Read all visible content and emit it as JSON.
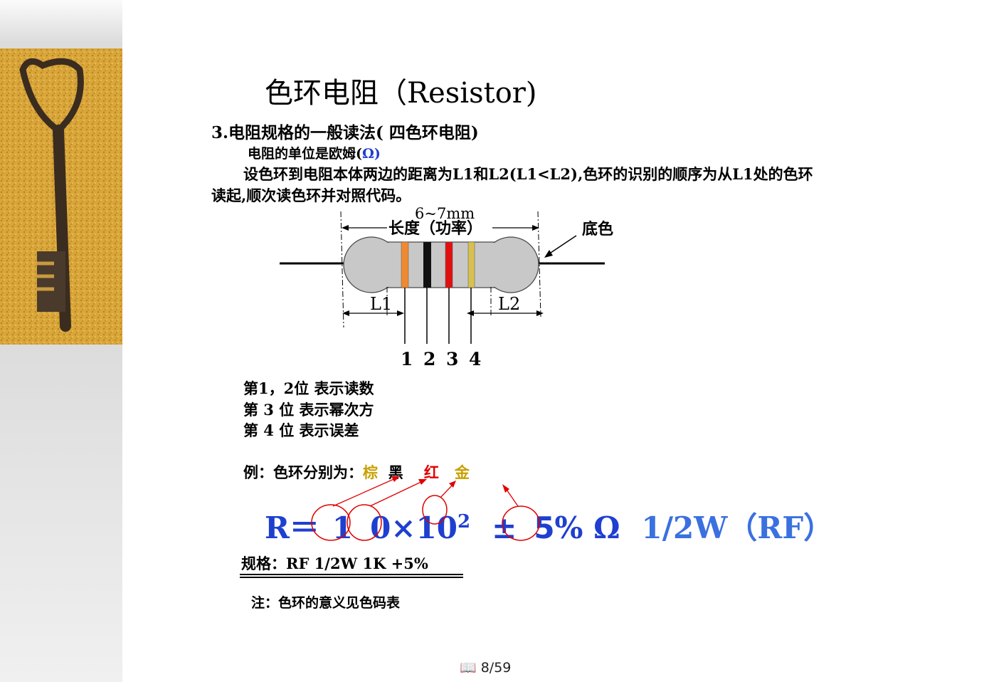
{
  "title": "色环电阻（Resistor)",
  "heading": "3.电阻规格的一般读法( 四色环电阻)",
  "unit_line": {
    "prefix": "电阻的单位是欧姆(",
    "symbol": "Ω",
    "suffix": ")"
  },
  "paragraph_line1": "设色环到电阻本体两边的距离为L1和L2(L1<L2),色环的识别的顺序为从L1处的色环",
  "paragraph_line2": "读起,顺次读色环并对照代码。",
  "diagram": {
    "dimension": "6~7mm",
    "length_label": "长度（功率）",
    "base_color_label": "底色",
    "l1_label": "L1",
    "l2_label": "L2",
    "band_numbers": [
      "1",
      "2",
      "3",
      "4"
    ],
    "band_colors": [
      "#f08a30",
      "#111111",
      "#e01010",
      "#d8c050"
    ],
    "body_color": "#c8c8c8"
  },
  "positions": [
    "第1，2位  表示读数",
    "第   3   位  表示幂次方",
    "第   4   位  表示误差"
  ],
  "example": {
    "label": "例：色环分别为：",
    "colors": [
      {
        "text": "棕",
        "color": "#c8a000"
      },
      {
        "text": "黑",
        "color": "#000000"
      },
      {
        "text": "红",
        "color": "#e00000"
      },
      {
        "text": "金",
        "color": "#c8a000"
      }
    ]
  },
  "formula": {
    "r": "R＝",
    "d1": "1",
    "d2": "0",
    "times": "×10",
    "exp": "2",
    "pm": "±",
    "tol": "5",
    "pct": "% Ω",
    "power": "1/2W（RF）"
  },
  "spec": "规格：RF   1/2W   1K   +5%",
  "note": "注：色环的意义见色码表",
  "pager": "8/59"
}
